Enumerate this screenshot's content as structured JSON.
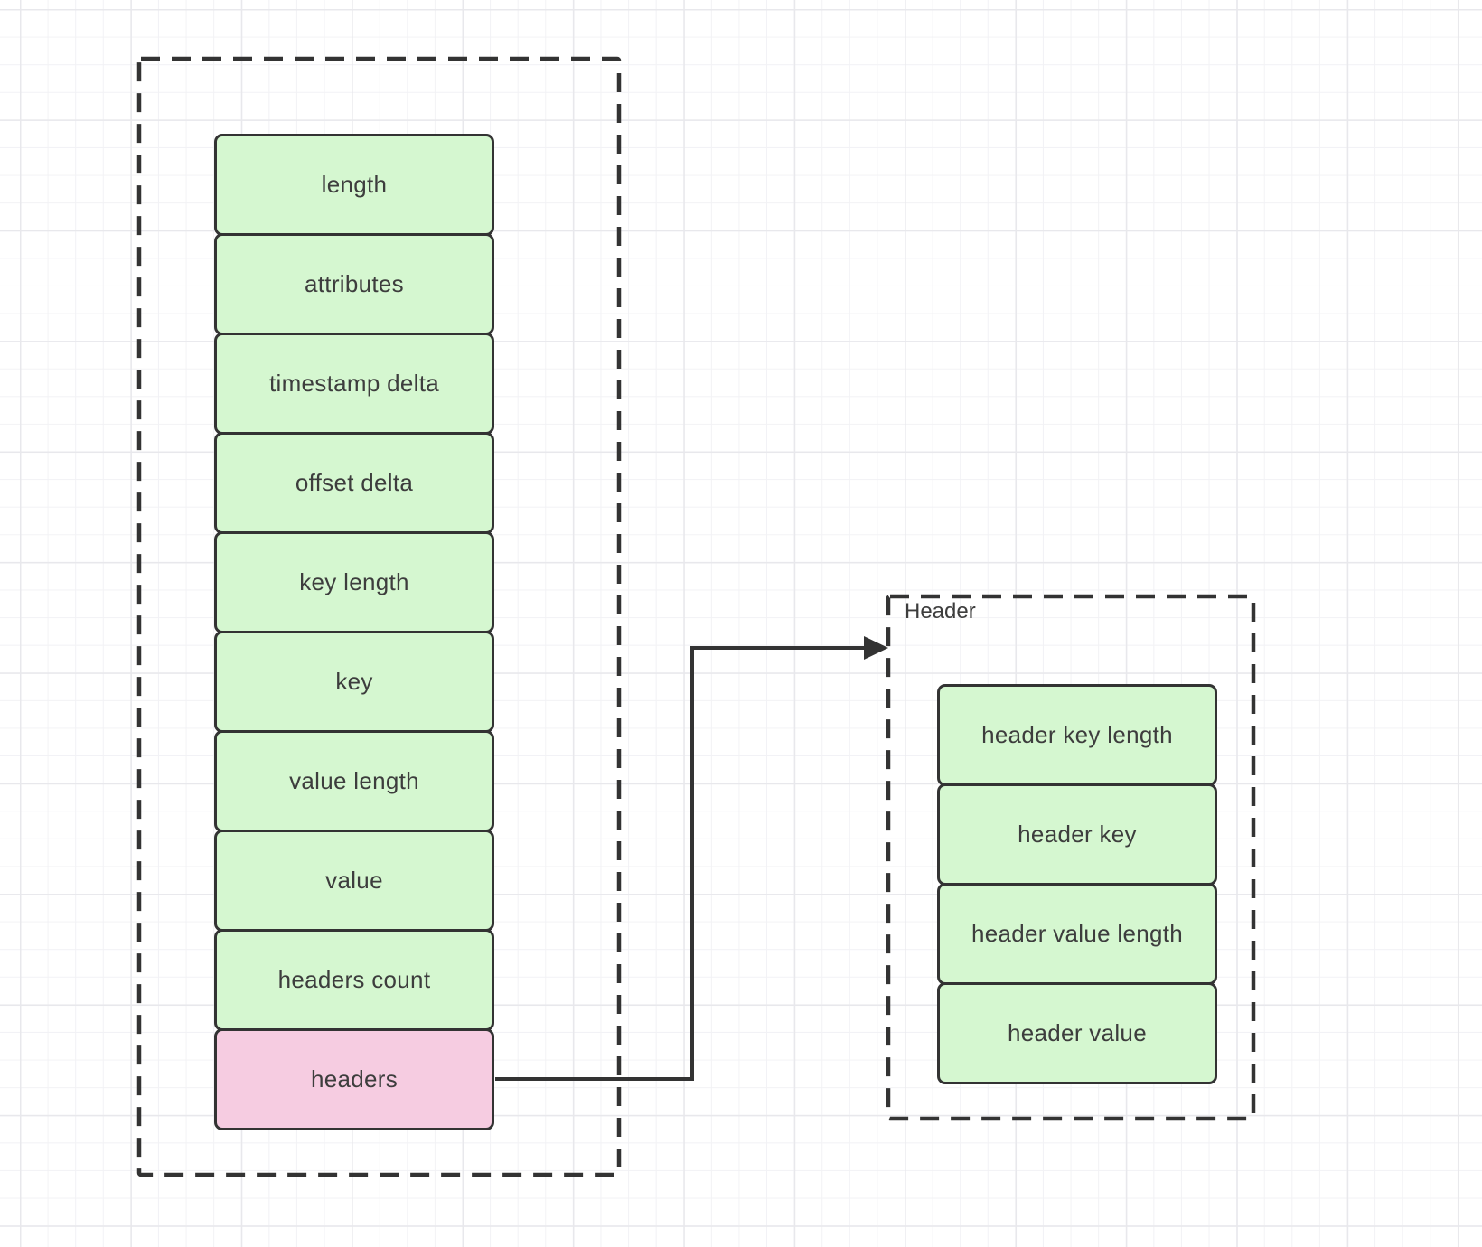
{
  "record": {
    "fields": [
      "length",
      "attributes",
      "timestamp delta",
      "offset delta",
      "key length",
      "key",
      "value length",
      "value",
      "headers count",
      "headers"
    ]
  },
  "header": {
    "title": "Header",
    "fields": [
      "header key length",
      "header key",
      "header value length",
      "header value"
    ]
  },
  "colors": {
    "field_fill": "#d5f7d0",
    "highlight_fill": "#f6cce1",
    "stroke": "#333333",
    "text_color": "#3d3d3d",
    "grid_minor": "#f2f2f5",
    "grid_major": "#e8e8ec",
    "canvas_bg": "#ffffff"
  }
}
